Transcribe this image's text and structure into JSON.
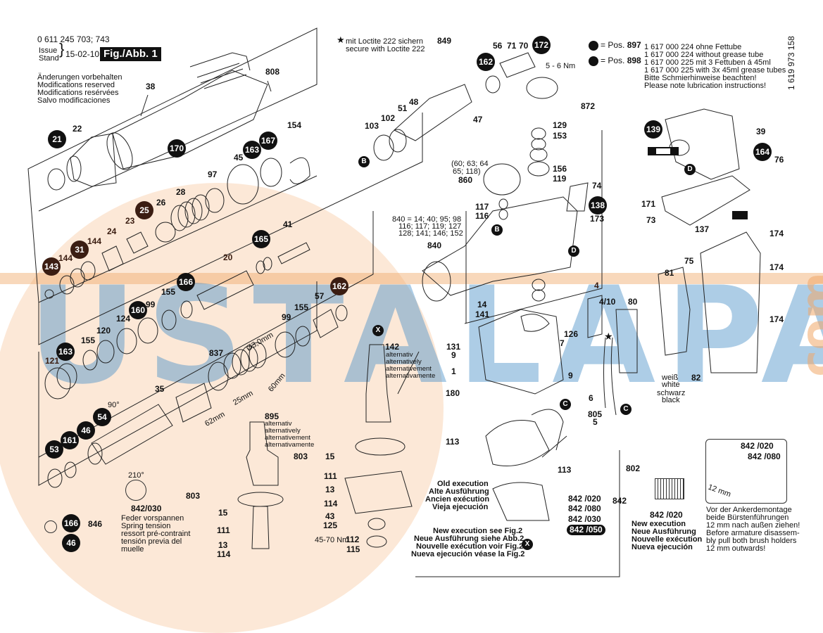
{
  "header": {
    "part_number": "0 611 245 703; 743",
    "issue_label_en": "Issue",
    "issue_label_de": "Stand",
    "issue_date": "15-02-10",
    "figure_title": "Fig./Abb. 1",
    "modifications": [
      "Änderungen vorbehalten",
      "Modifications reserved",
      "Modifications resérvées",
      "Salvo modificaciones"
    ]
  },
  "loctite_note": {
    "symbol": "★",
    "lines": [
      "mit Loctite 222 sichern",
      "secure with Loctite 222"
    ]
  },
  "grease_note": {
    "pos1_label": "= Pos.",
    "pos1_num": "897",
    "pos2_label": "= Pos.",
    "pos2_num": "898",
    "lines": [
      "1 617 000 224 ohne Fettube",
      "1 617 000 224 without grease tube",
      "1 617 000 225 mit 3 Fettuben á 45ml",
      "1 617 000 225 with 3x 45ml grease tubes",
      "Bitte Schmierhinweise beachten!",
      "Please note lubrication instructions!"
    ]
  },
  "doc_number": "1 619 973 158",
  "watermark": {
    "text": "USTALAPA",
    "suffix": ".com",
    "blue": "#4a90c8",
    "orange": "#f0a868"
  },
  "callouts": {
    "c808": "808",
    "c38": "38",
    "c22": "22",
    "c154": "154",
    "c97": "97",
    "c45": "45",
    "c28": "28",
    "c26": "26",
    "c24": "24",
    "c23": "23",
    "c144a": "144",
    "c144b": "144",
    "c41": "41",
    "c20": "20",
    "c155a": "155",
    "c99a": "99",
    "c124": "124",
    "c120": "120",
    "c155b": "155",
    "c121": "121",
    "c57": "57",
    "c155c": "155",
    "c99b": "99",
    "c837": "837",
    "c35": "35",
    "c849": "849",
    "c56": "56",
    "c71": "71",
    "c70": "70",
    "c5_6nm": "5 - 6 Nm",
    "c872": "872",
    "c129": "129",
    "c153": "153",
    "c156": "156",
    "c119": "119",
    "c47": "47",
    "c48": "48",
    "c51": "51",
    "c102": "102",
    "c103": "103",
    "c860": "860",
    "c860_note1": "(60; 63; 64",
    "c860_note2": "65; 118)",
    "c74": "74",
    "c117": "117",
    "c116": "116",
    "c173": "173",
    "c840": "840",
    "c840_note1": "840 = 14; 40; 95; 98",
    "c840_note2": "116; 117; 119; 127",
    "c840_note3": "128; 141; 146; 152",
    "c14": "14",
    "c141": "141",
    "c131": "131",
    "c9a": "9",
    "c1": "1",
    "c180": "180",
    "c126": "126",
    "c7": "7",
    "c9b": "9",
    "c4": "4",
    "c4_10": "4/10",
    "c80": "80",
    "c81": "81",
    "c75": "75",
    "c174a": "174",
    "c174b": "174",
    "c174c": "174",
    "c82": "82",
    "c6": "6",
    "c805": "805",
    "c5": "5",
    "c39": "39",
    "c76": "76",
    "c171": "171",
    "c73": "73",
    "c137": "137",
    "c142": "142",
    "c895": "895",
    "c803a": "803",
    "c15a": "15",
    "c111a": "111",
    "c13a": "13",
    "c114a": "114",
    "c803b": "803",
    "c15b": "15",
    "c111b": "111",
    "c13b": "13",
    "c114b": "114",
    "c43": "43",
    "c125": "125",
    "c112": "112",
    "c112_torque": "45-70 Nm",
    "c115": "115",
    "c113a": "113",
    "c113b": "113",
    "c802": "802",
    "c842": "842",
    "c842_020": "842 /020",
    "c842_080": "842 /080",
    "c842_030": "842 /030",
    "c842_050": "842 /050",
    "c846": "846",
    "c842_030_note": "842/030",
    "c842_020_new": "842 /020",
    "c842_020_inset": "842 /020",
    "c842_080_inset": "842 /080",
    "dim_62": "62mm",
    "dim_25": "25mm",
    "dim_60": "60mm",
    "dim_d3": "Ø3,0mm",
    "dim_12": "12 mm",
    "angle_90": "90°",
    "angle_210": "210°"
  },
  "circled": {
    "b21": "21",
    "b170": "170",
    "b163a": "163",
    "b167": "167",
    "b25": "25",
    "b31": "31",
    "b143": "143",
    "b165": "165",
    "b166a": "166",
    "b160": "160",
    "b163b": "163",
    "b162a": "162",
    "b162b": "162",
    "b172": "172",
    "b138": "138",
    "b139": "139",
    "b164": "164",
    "b54": "54",
    "b46a": "46",
    "b161": "161",
    "b53": "53",
    "b166b": "166",
    "b46b": "46"
  },
  "letters": {
    "B1": "B",
    "B2": "B",
    "D1": "D",
    "D2": "D",
    "X1": "X",
    "X2": "X",
    "C1": "C",
    "C2": "C"
  },
  "alternative_text": [
    "alternativ",
    "alternatively",
    "alternativement",
    "alternativamente"
  ],
  "wire_colors": [
    "weiß",
    "white",
    "schwarz",
    "black"
  ],
  "spring_note": [
    "Feder vorspannen",
    "Spring tension",
    "ressort pré-contraint",
    "tensión previa del",
    "muelle"
  ],
  "old_execution": [
    "Old execution",
    "Alte Ausführung",
    "Ancien exécution",
    "Vieja ejecución"
  ],
  "new_execution_fig2": [
    "New execution see Fig.2",
    "Neue Ausführung siehe Abb.2",
    "Nouvelle exécution voir Fig.2",
    "Nueva ejecución véase la Fig.2"
  ],
  "new_execution": [
    "New execution",
    "Neue Ausführung",
    "Nouvelle exécution",
    "Nueva ejecución"
  ],
  "brush_note": [
    "Vor der Ankerdemontage",
    "beide Bürstenführungen",
    "12 mm nach außen ziehen!",
    "Before armature disassem-",
    "bly pull both brush holders",
    "12 mm outwards!"
  ]
}
